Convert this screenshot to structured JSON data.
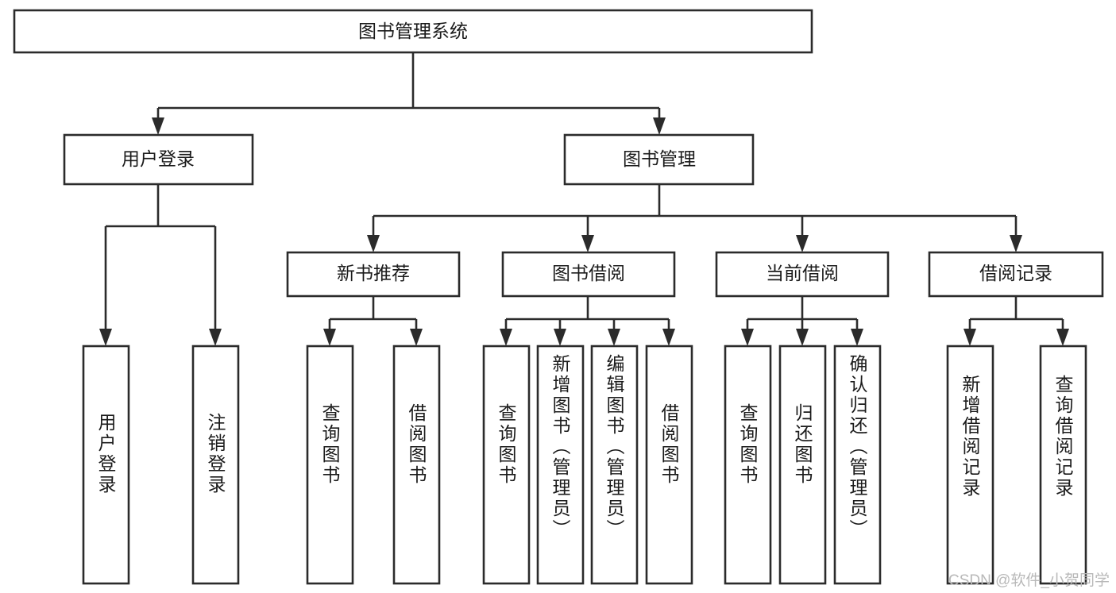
{
  "diagram": {
    "type": "tree-hierarchy",
    "title": "图书管理系统",
    "watermark": "CSDN @软件_小贺同学",
    "colors": {
      "stroke": "#2b2b2b",
      "fill": "#ffffff",
      "text": "#1b1b1b",
      "watermark": "#b9b9b9",
      "background": "#ffffff"
    },
    "levels": {
      "root": {
        "label": "图书管理系统"
      },
      "level2": [
        {
          "id": "user-login",
          "label": "用户登录"
        },
        {
          "id": "book-management",
          "label": "图书管理"
        }
      ],
      "level3": [
        {
          "id": "new-book-recommend",
          "label": "新书推荐",
          "parent": "book-management"
        },
        {
          "id": "book-borrow",
          "label": "图书借阅",
          "parent": "book-management"
        },
        {
          "id": "current-borrow",
          "label": "当前借阅",
          "parent": "book-management"
        },
        {
          "id": "borrow-record",
          "label": "借阅记录",
          "parent": "book-management"
        }
      ],
      "leaves": [
        {
          "id": "leaf-user-login",
          "label": "用户登录",
          "parent": "user-login"
        },
        {
          "id": "leaf-user-logout",
          "label": "注销登录",
          "parent": "user-login"
        },
        {
          "id": "leaf-query-book-1",
          "label": "查询图书",
          "parent": "new-book-recommend"
        },
        {
          "id": "leaf-borrow-book-1",
          "label": "借阅图书",
          "parent": "new-book-recommend"
        },
        {
          "id": "leaf-query-book-2",
          "label": "查询图书",
          "parent": "book-borrow"
        },
        {
          "id": "leaf-add-book",
          "label": "新增图书（管理员）",
          "parent": "book-borrow"
        },
        {
          "id": "leaf-edit-book",
          "label": "编辑图书（管理员）",
          "parent": "book-borrow"
        },
        {
          "id": "leaf-borrow-book-2",
          "label": "借阅图书",
          "parent": "book-borrow"
        },
        {
          "id": "leaf-query-book-3",
          "label": "查询图书",
          "parent": "current-borrow"
        },
        {
          "id": "leaf-return-book",
          "label": "归还图书",
          "parent": "current-borrow"
        },
        {
          "id": "leaf-confirm-return",
          "label": "确认归还（管理员）",
          "parent": "current-borrow"
        },
        {
          "id": "leaf-add-record",
          "label": "新增借阅记录",
          "parent": "borrow-record"
        },
        {
          "id": "leaf-query-record",
          "label": "查询借阅记录",
          "parent": "borrow-record"
        }
      ]
    }
  }
}
